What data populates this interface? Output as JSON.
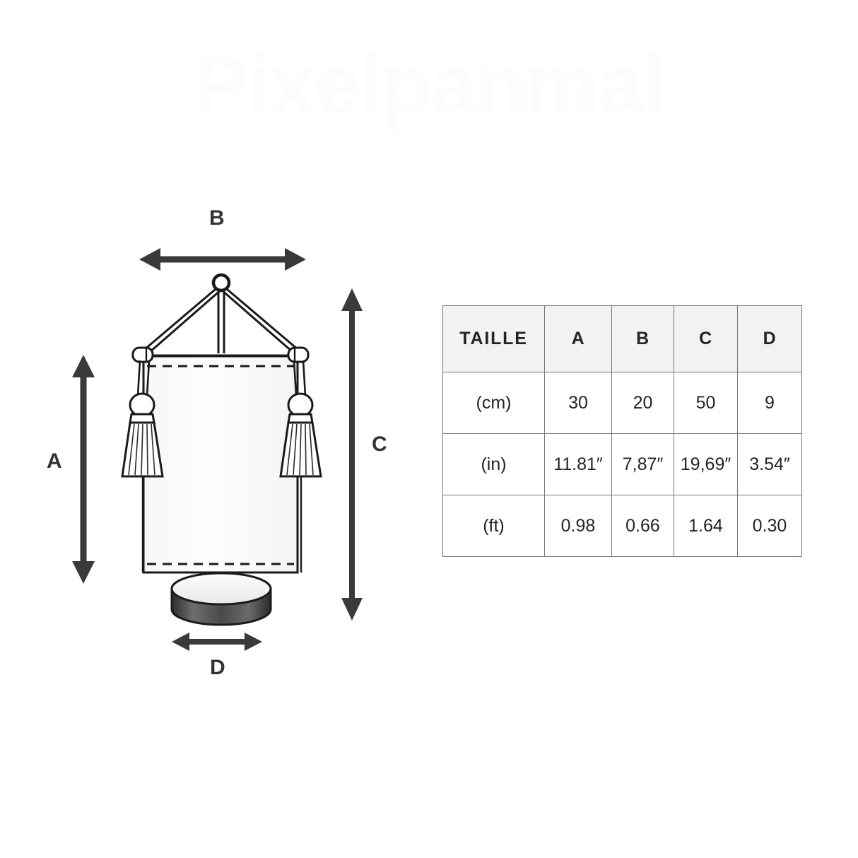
{
  "watermark": {
    "text": "Pixelpanmal"
  },
  "diagram": {
    "title": "banner-size-diagram",
    "dimension_labels": {
      "a": "A",
      "b": "B",
      "c": "C",
      "d": "D"
    },
    "parts": {
      "hanging_ring": "hanging-ring",
      "cord_left": "cord-left",
      "cord_right": "cord-right",
      "cord_center": "cord-center",
      "top_rod": "top-rod",
      "tassel_left": "tassel-left",
      "tassel_right": "tassel-right",
      "banner_cloth": "banner-cloth",
      "stand_post": "stand-post",
      "stand_base": "stand-base"
    }
  },
  "table": {
    "name": "size-chart",
    "headers": [
      "TAILLE",
      "A",
      "B",
      "C",
      "D"
    ],
    "rows": [
      {
        "unit": "(cm)",
        "values": [
          "30",
          "20",
          "50",
          "9"
        ]
      },
      {
        "unit": "(in)",
        "values": [
          "11.81″",
          "7,87″",
          "19,69″",
          "3.54″"
        ]
      },
      {
        "unit": "(ft)",
        "values": [
          "0.98",
          "0.66",
          "1.64",
          "0.30"
        ]
      }
    ]
  },
  "colors": {
    "line": "#1a1a1a",
    "arrow": "#3a3a3a",
    "header_bg": "#f2f2f2",
    "border": "#777777",
    "cloth": "#fbfbfb",
    "base_dark": "#4a4a4a",
    "watermark": "#fcfcfc"
  }
}
